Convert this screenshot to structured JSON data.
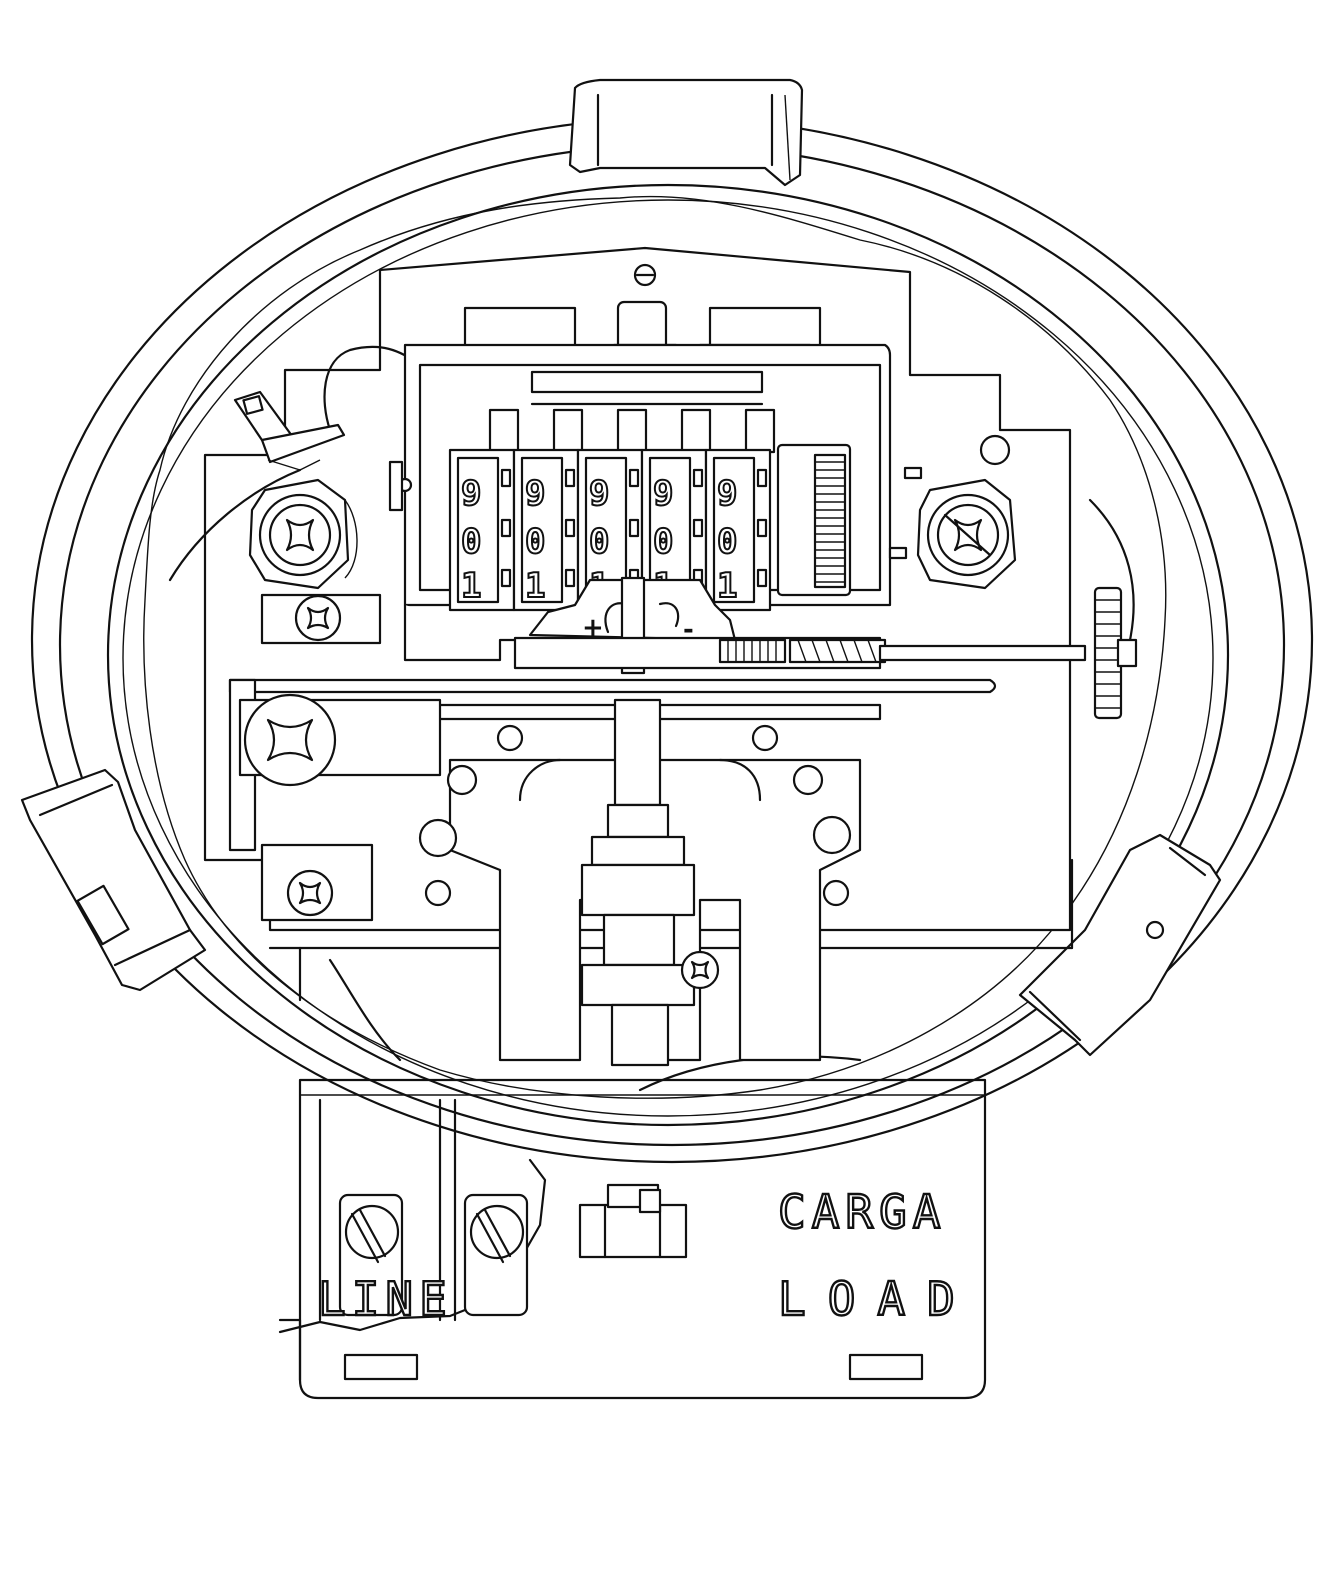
{
  "terminal_labels": {
    "line": "LINE",
    "carga": "CARGA",
    "load": "LOAD"
  },
  "register": {
    "dials": [
      {
        "top": "9",
        "middle": "0",
        "bottom": "1"
      },
      {
        "top": "9",
        "middle": "0",
        "bottom": "1"
      },
      {
        "top": "9",
        "middle": "0",
        "bottom": "1"
      },
      {
        "top": "9",
        "middle": "0",
        "bottom": "1"
      },
      {
        "top": "9",
        "middle": "0",
        "bottom": "1"
      }
    ],
    "plus_sign": "+",
    "minus_sign": "-"
  },
  "colors": {
    "line": "#111111",
    "background": "#ffffff"
  }
}
